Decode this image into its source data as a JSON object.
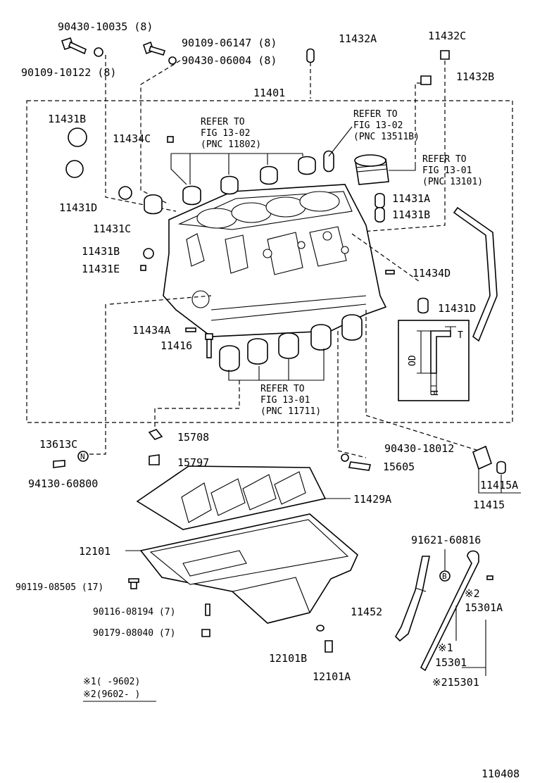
{
  "diagram_id": "110408",
  "labels": {
    "p90430_10035": "90430-10035 (8)",
    "p90109_10122": "90109-10122 (8)",
    "p90109_06147": "90109-06147 (8)",
    "p90430_06004": "90430-06004 (8)",
    "p11432A": "11432A",
    "p11432C": "11432C",
    "p11432B": "11432B",
    "p11401": "11401",
    "p11431B_top": "11431B",
    "p11434C": "11434C",
    "refer1": [
      "REFER TO",
      "FIG 13-02",
      "(PNC 11802)"
    ],
    "refer2": [
      "REFER TO",
      "FIG 13-02",
      "(PNC 13511B)"
    ],
    "refer3": [
      "REFER TO",
      "FIG 13-01",
      "(PNC 13101)"
    ],
    "refer4": [
      "REFER TO",
      "FIG 13-01",
      "(PNC 11711)"
    ],
    "p11431D_left": "11431D",
    "p11431C": "11431C",
    "p11431A": "11431A",
    "p11431B_right": "11431B",
    "p11431B_left": "11431B",
    "p11431E": "11431E",
    "p11434D": "11434D",
    "p11431D_right": "11431D",
    "p11434A": "11434A",
    "p11416": "11416",
    "dim_T": "T",
    "dim_OD": "OD",
    "dim_H": "H",
    "p13613C": "13613C",
    "p94130_60800": "94130-60800",
    "p15708": "15708",
    "p15797": "15797",
    "p90430_18012": "90430-18012",
    "p15605": "15605",
    "p11415A": "11415A",
    "p11415": "11415",
    "p11429A": "11429A",
    "p12101": "12101",
    "p91621_60816": "91621-60816",
    "p90119_08505": "90119-08505 (17)",
    "p90116_08194": "90116-08194 (7)",
    "p90179_08040": "90179-08040 (7)",
    "p11452": "11452",
    "mark2_label": "※2",
    "p15301A": "15301A",
    "mark1_label": "※1",
    "p15301": "15301",
    "p215301": "※215301",
    "p12101B": "12101B",
    "p12101A": "12101A",
    "circle_N": "N",
    "circle_B": "B",
    "note1": "※1(  -9602)",
    "note2": "※2(9602-  )"
  }
}
